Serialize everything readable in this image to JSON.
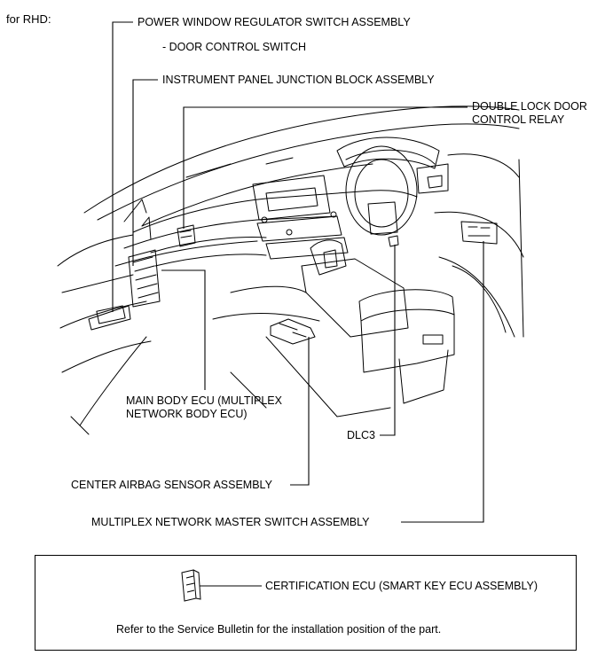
{
  "header": {
    "variant": "for RHD:"
  },
  "labels": {
    "power_window": "POWER WINDOW REGULATOR SWITCH ASSEMBLY",
    "door_control": "- DOOR CONTROL SWITCH",
    "ip_junction": "INSTRUMENT PANEL JUNCTION BLOCK ASSEMBLY",
    "double_lock_1": "DOUBLE LOCK DOOR",
    "double_lock_2": "CONTROL RELAY",
    "main_body_1": "MAIN BODY ECU (MULTIPLEX",
    "main_body_2": "NETWORK BODY ECU)",
    "dlc3": "DLC3",
    "center_airbag": "CENTER AIRBAG SENSOR ASSEMBLY",
    "multiplex_master": "MULTIPLEX NETWORK MASTER SWITCH ASSEMBLY"
  },
  "legend": {
    "certification": "CERTIFICATION ECU (SMART KEY ECU ASSEMBLY)",
    "note": "Refer to the Service Bulletin for the installation position of the part."
  },
  "colors": {
    "line": "#000000",
    "background": "#ffffff"
  }
}
